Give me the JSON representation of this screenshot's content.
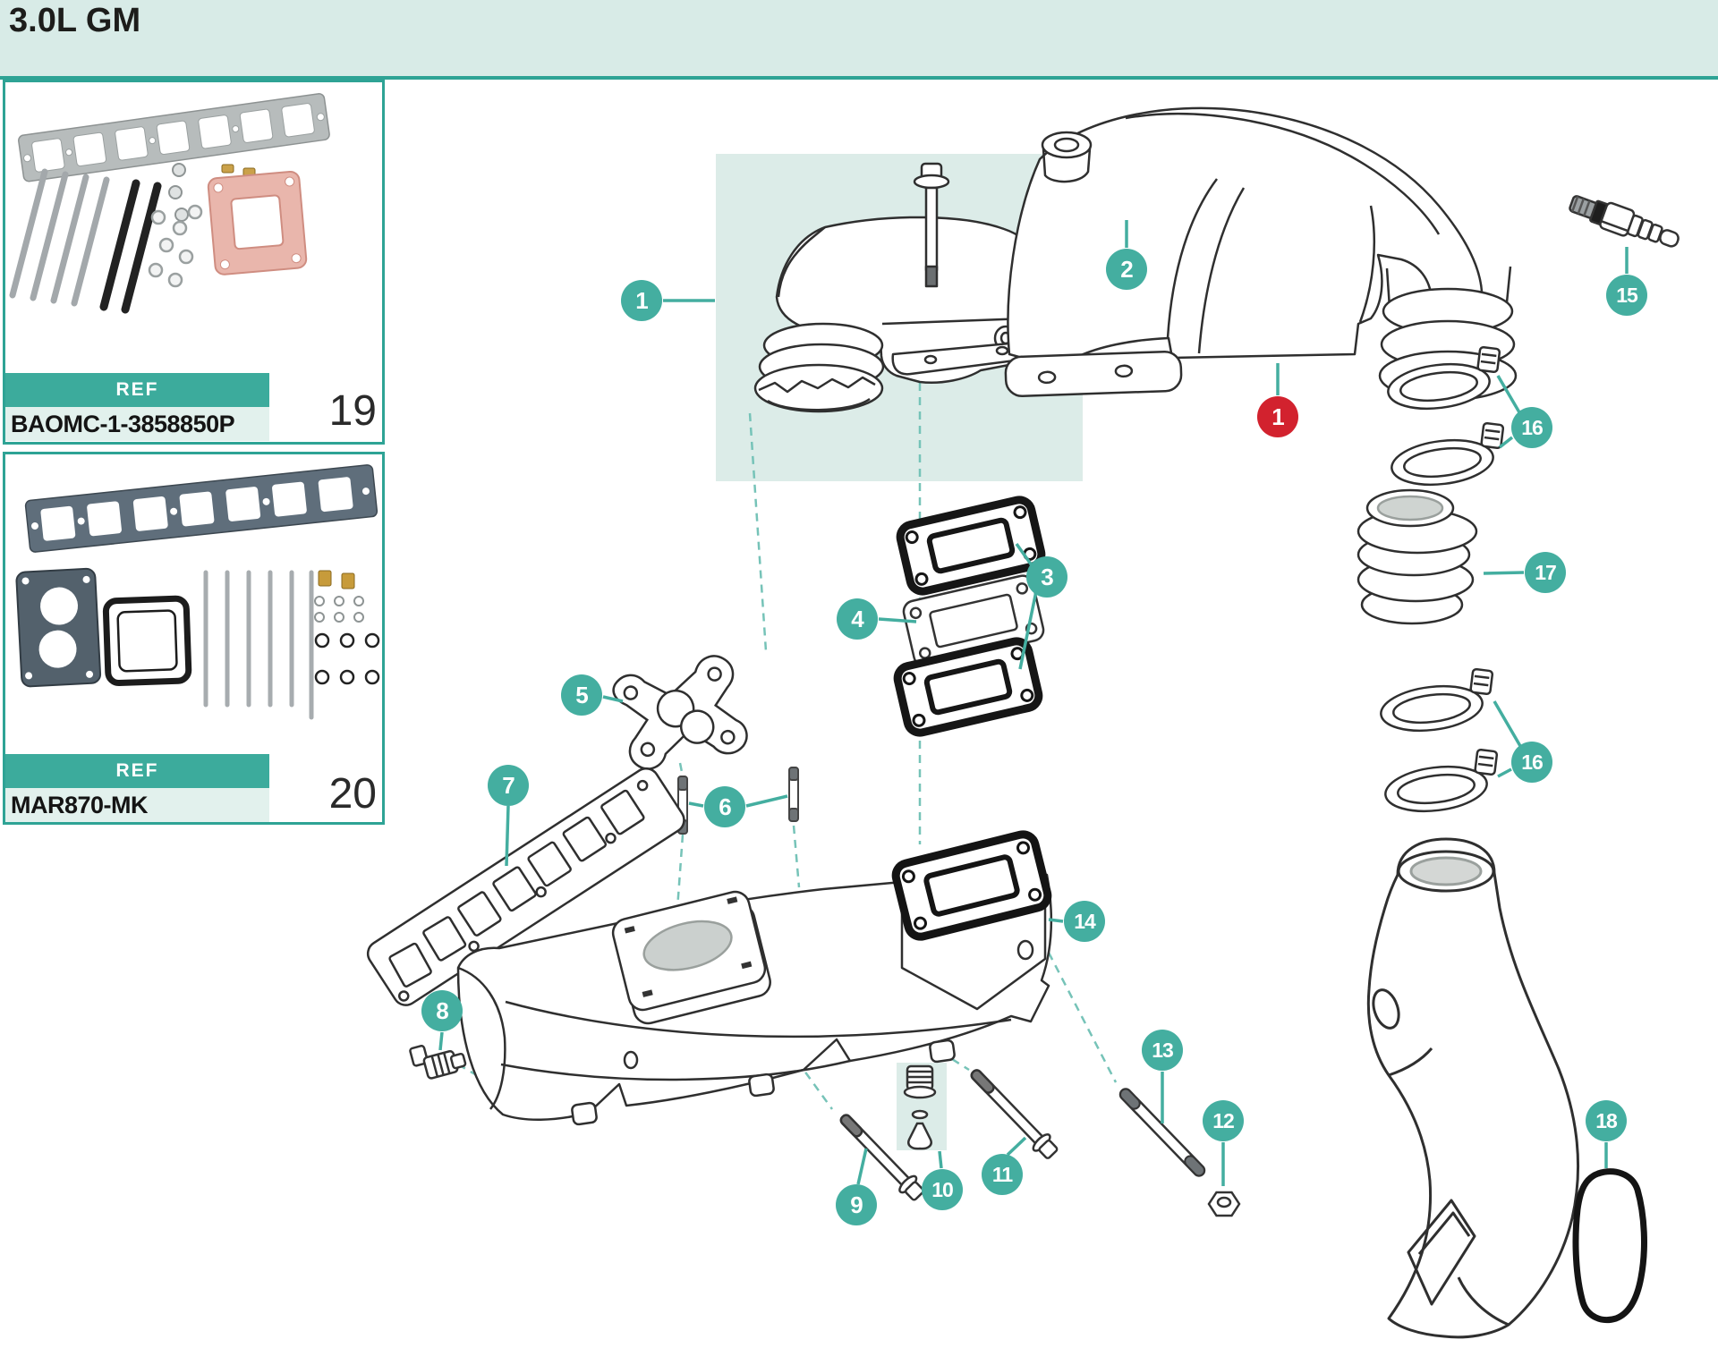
{
  "page": {
    "title": "3.0L GM"
  },
  "ref_boxes": [
    {
      "ref_label": "REF",
      "part_number": "BAOMC-1-3858850P",
      "item_number": "19"
    },
    {
      "ref_label": "REF",
      "part_number": "MAR870-MK",
      "item_number": "20"
    }
  ],
  "diagram": {
    "callouts": {
      "c1": "1",
      "c2": "2",
      "c3": "3",
      "c4": "4",
      "c5": "5",
      "c6": "6",
      "c7": "7",
      "c8": "8",
      "c9": "9",
      "c10": "10",
      "c11": "11",
      "c12": "12",
      "c13": "13",
      "c14": "14",
      "c15": "15",
      "c16": "16",
      "c17": "17",
      "c18": "18",
      "red1": "1"
    }
  },
  "colors": {
    "accent_teal": "#2ea395",
    "callout_teal": "#44aea0",
    "callout_red": "#d2222e",
    "highlight_mint": "#dcece8",
    "header_mint": "#d8ebe7",
    "ref_band_teal": "#3cab9c",
    "ref_row_mint": "#e2f1ed"
  }
}
